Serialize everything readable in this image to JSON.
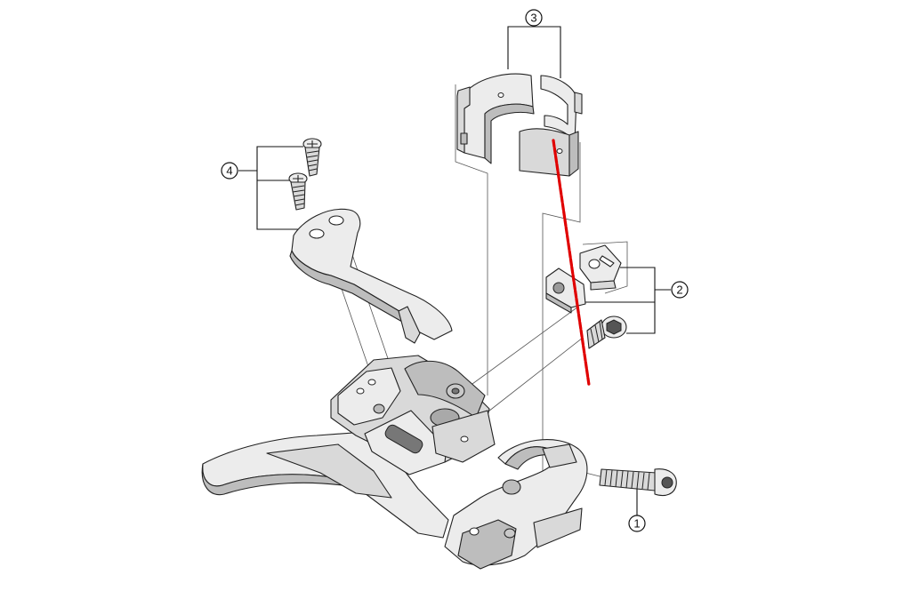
{
  "diagram": {
    "callouts": [
      {
        "id": "1",
        "label": "1"
      },
      {
        "id": "2",
        "label": "2"
      },
      {
        "id": "3",
        "label": "3"
      },
      {
        "id": "4",
        "label": "4"
      }
    ],
    "colors": {
      "line": "#222222",
      "leader": "#555555",
      "highlight": "#e00000",
      "background": "#ffffff"
    }
  }
}
